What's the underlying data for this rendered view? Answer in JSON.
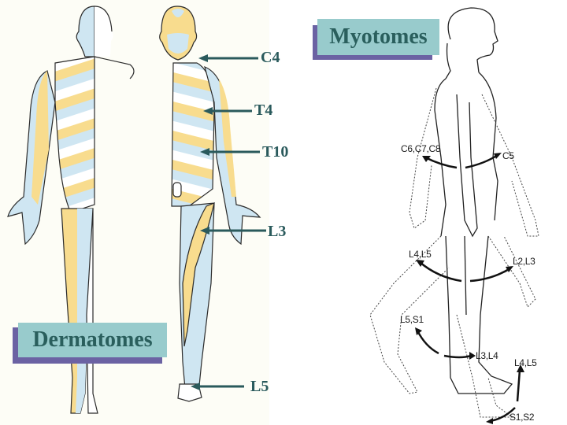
{
  "dermatomes": {
    "title": "Dermatomes",
    "labels": [
      {
        "id": "c4",
        "text": "C4"
      },
      {
        "id": "t4",
        "text": "T4"
      },
      {
        "id": "t10",
        "text": "T10"
      },
      {
        "id": "l3",
        "text": "L3"
      },
      {
        "id": "l5",
        "text": "L5"
      }
    ]
  },
  "myotomes": {
    "title": "Myotomes",
    "labels": [
      {
        "id": "c678",
        "text": "C6,C7,C8"
      },
      {
        "id": "c5",
        "text": "C5"
      },
      {
        "id": "l45_hip",
        "text": "L4,L5"
      },
      {
        "id": "l23",
        "text": "L2,L3"
      },
      {
        "id": "l5s1",
        "text": "L5,S1"
      },
      {
        "id": "l34",
        "text": "L3,L4"
      },
      {
        "id": "l45_ankle",
        "text": "L4,L5"
      },
      {
        "id": "s12",
        "text": "S1,S2"
      }
    ]
  },
  "colors": {
    "label_text": "#2a5a5c",
    "title_box_fill": "#98cbcc",
    "title_box_shadow": "#6b62a3",
    "title_text": "#2a5f5d",
    "dermatome_yellow": "#f8dc8e",
    "dermatome_blue": "#cfe6f2"
  }
}
